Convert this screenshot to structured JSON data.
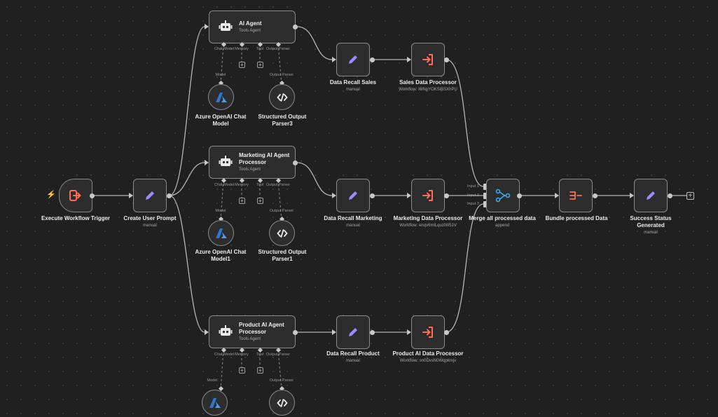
{
  "colors": {
    "background": "#202020",
    "node_fill": "#2d2d2d",
    "node_border": "#8a8a8a",
    "wire": "#b5b5b5",
    "pen_icon": "#9b8cff",
    "arrow_icon": "#ff6d5a",
    "merge_icon": "#3aa8e8",
    "azure_icon": "#2a78d4"
  },
  "trigger": {
    "label": "Execute Workflow Trigger",
    "icon": "sign-in-arrow-icon"
  },
  "create_prompt": {
    "label": "Create User Prompt",
    "sub": "manual",
    "icon": "pen-icon"
  },
  "agents": [
    {
      "title": "AI Agent",
      "sub": "Tools Agent",
      "slots": [
        "Chat Model",
        "Memory",
        "Tool",
        "Output Parser"
      ],
      "model": {
        "slot": "Model",
        "label": "Azure OpenAI Chat Model"
      },
      "parser": {
        "slot": "Output Parser",
        "label": "Structured Output Parser3"
      }
    },
    {
      "title": "Marketing AI Agent Processor",
      "sub": "Tools Agent",
      "slots": [
        "Chat Model",
        "Memory",
        "Tool",
        "Output Parser"
      ],
      "model": {
        "slot": "Model",
        "label": "Azure OpenAI Chat Model1"
      },
      "parser": {
        "slot": "Output Parser",
        "label": "Structured Output Parser1"
      }
    },
    {
      "title": "Product AI Agent Processor",
      "sub": "Tools Agent",
      "slots": [
        "Chat Model",
        "Memory",
        "Tool",
        "Output Parser"
      ],
      "model": {
        "slot": "Model",
        "label": ""
      },
      "parser": {
        "slot": "Output Parser",
        "label": ""
      }
    }
  ],
  "recall": [
    {
      "label": "Data Recall Sales",
      "sub": "manual"
    },
    {
      "label": "Data Recall Marketing",
      "sub": "manual"
    },
    {
      "label": "Data Recall Product",
      "sub": "manual"
    }
  ],
  "processors": [
    {
      "label": "Sales Data Processor",
      "sub": "Workflow: I6lNpYOKSiBSXhPU"
    },
    {
      "label": "Marketing Data Processor",
      "sub": "Workflow: enqv6mlLquzIW51V"
    },
    {
      "label": "Product AI Data Processor",
      "sub": "Workflow: sn0DvsN0Wqpkrxjv"
    }
  ],
  "merge": {
    "label": "Merge all processed data",
    "sub": "append",
    "inputs": [
      "Input 1",
      "Input 2",
      "Input 3"
    ]
  },
  "bundle": {
    "label": "Bundle processed Data"
  },
  "success": {
    "label": "Success Status Generated",
    "sub": "manual"
  }
}
